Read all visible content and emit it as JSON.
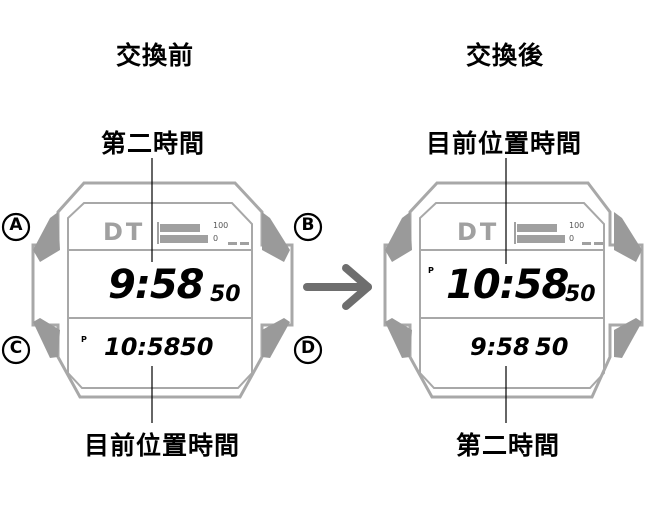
{
  "before": {
    "title": "交換前",
    "top_callout": "第二時間",
    "bottom_callout": "目前位置時間",
    "display": {
      "mode_text": "DT",
      "scale_top": "100",
      "scale_bottom": "0",
      "main_time": "9:58",
      "main_seconds": "50",
      "main_pm_indicator": "",
      "sub_pm_indicator": "P",
      "sub_time": "10:58",
      "sub_seconds": "50"
    }
  },
  "after": {
    "title": "交換後",
    "top_callout": "目前位置時間",
    "bottom_callout": "第二時間",
    "display": {
      "mode_text": "DT",
      "scale_top": "100",
      "scale_bottom": "0",
      "main_pm_indicator": "P",
      "main_time": "10:58",
      "main_seconds": "50",
      "sub_pm_indicator": "",
      "sub_time": "9:58",
      "sub_seconds": "50"
    }
  },
  "buttons": {
    "a": "A",
    "b": "B",
    "c": "C",
    "d": "D"
  },
  "colors": {
    "bezel": "#a8a8a8",
    "button": "#9a9a9a",
    "arrow": "#6e6e6e",
    "lcd_dim": "#a0a0a0",
    "text": "#000000"
  }
}
